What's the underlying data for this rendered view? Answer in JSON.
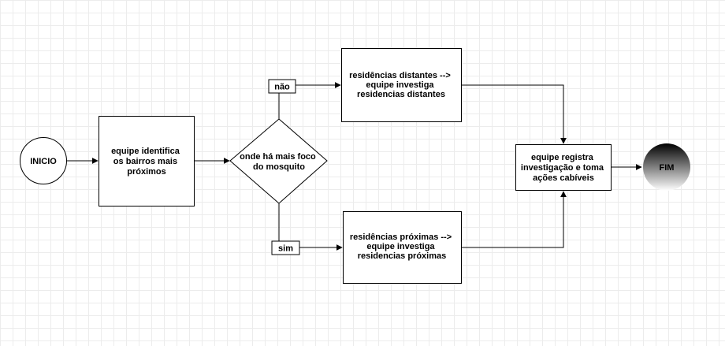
{
  "diagram": {
    "nodes": {
      "inicio": {
        "label": "INICIO"
      },
      "identifica": {
        "lines": [
          "equipe identifica",
          "os bairros mais",
          "próximos"
        ]
      },
      "decisao": {
        "lines": [
          "onde há mais foco",
          "do mosquito"
        ]
      },
      "distantes": {
        "lines": [
          "residências distantes -->",
          "equipe investiga",
          "residencias distantes"
        ]
      },
      "proximas": {
        "lines": [
          "residências próximas -->",
          "equipe investiga",
          "residencias próximas"
        ]
      },
      "registra": {
        "lines": [
          "equipe registra",
          "investigação e toma",
          "ações cabíveis"
        ]
      },
      "fim": {
        "label": "FIM"
      }
    },
    "edge_labels": {
      "nao": "não",
      "sim": "sim"
    }
  },
  "colors": {
    "stroke": "#000000",
    "fill": "#ffffff",
    "fim_gradient_top": "#000000",
    "fim_gradient_bottom": "#ffffff",
    "grid": "#ececec"
  }
}
